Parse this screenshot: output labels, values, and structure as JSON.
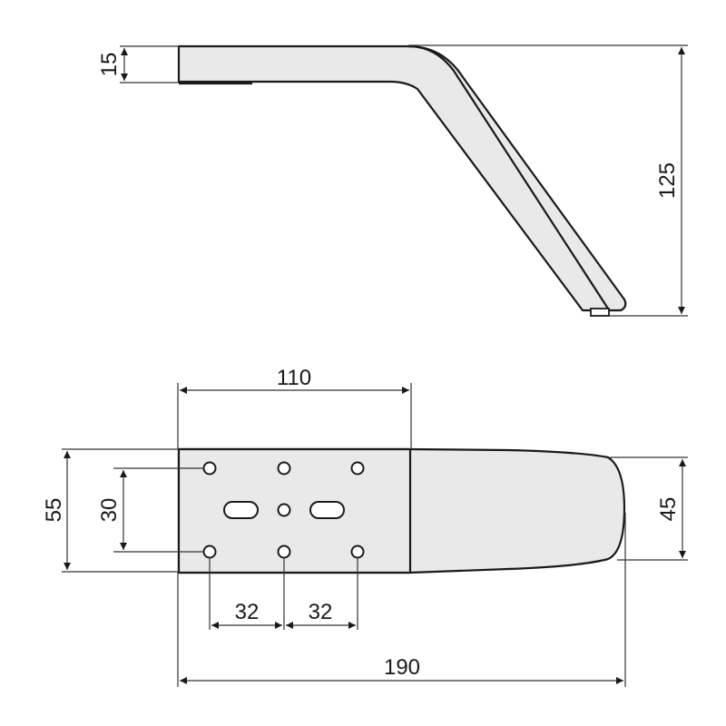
{
  "drawing": {
    "subject": "Furniture leg — side view and top view",
    "side_view": {
      "dimensions": {
        "thickness": "15",
        "height": "125"
      }
    },
    "top_view": {
      "dimensions": {
        "plate_length": "110",
        "total_width": "55",
        "hole_row_spacing": "30",
        "hole_spacing_1": "32",
        "hole_spacing_2": "32",
        "tip_width": "45",
        "total_length": "190"
      },
      "holes": {
        "round_holes": 7,
        "slotted_holes": 2
      }
    },
    "colors": {
      "part_fill": "#e9e9e9",
      "outline": "#1a1a1a",
      "background": "#ffffff"
    }
  }
}
